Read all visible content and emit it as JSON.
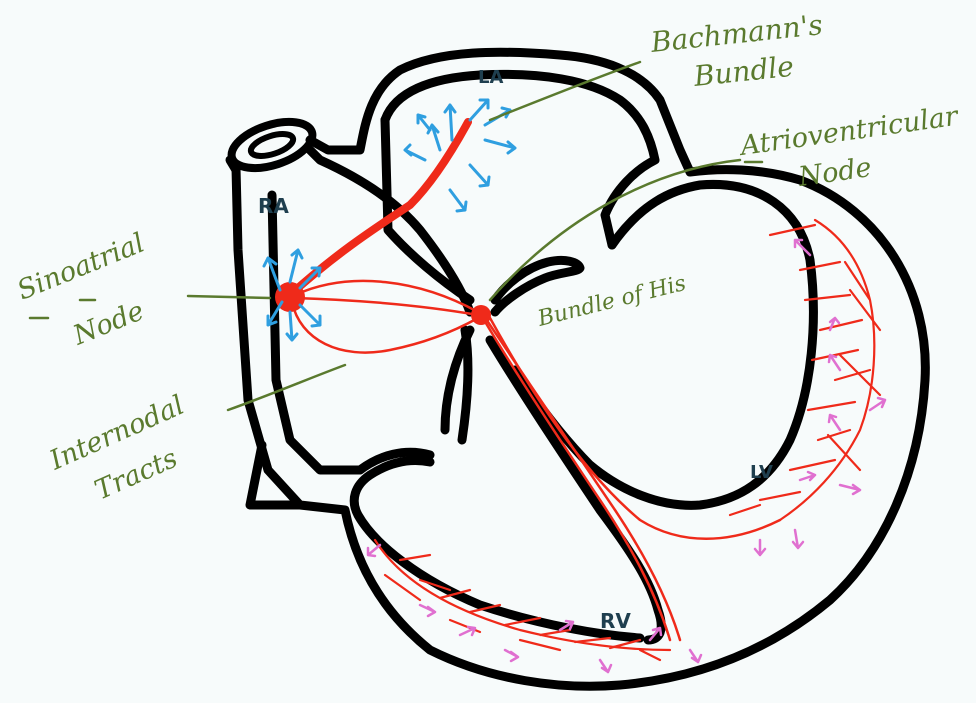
{
  "labels": {
    "bachmann_line1": "Bachmann's",
    "bachmann_line2": "Bundle",
    "av_line1": "Atrioventricular",
    "av_line2": "Node",
    "sa_line1": "Sinoatrial",
    "sa_line2": "Node",
    "internodal_line1": "Internodal",
    "internodal_line2": "Tracts",
    "bundle_his": "Bundle of His"
  },
  "chambers": {
    "ra": "RA",
    "la": "LA",
    "rv": "RV",
    "lv": "LV"
  },
  "colors": {
    "outline": "#000000",
    "conduction": "#ef2a1a",
    "atrial_arrows": "#2f9fe0",
    "ventricle_arrows": "#e070d0",
    "label_text": "#5a7a2e",
    "chamber_text": "#1f3f4f"
  }
}
